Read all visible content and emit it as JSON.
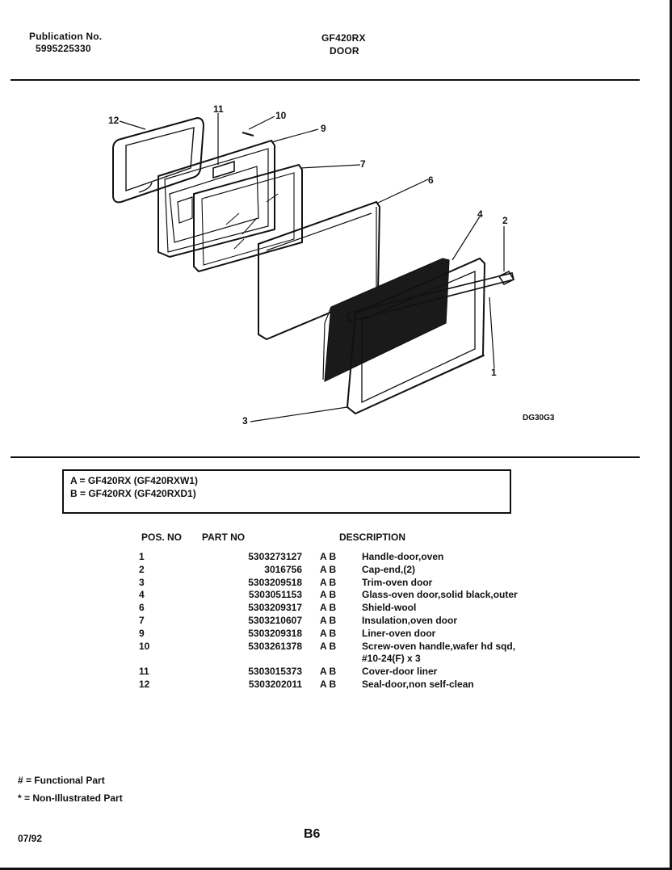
{
  "header": {
    "publication_label": "Publication No.",
    "publication_number": "5995225330",
    "model": "GF420RX",
    "section": "DOOR"
  },
  "diagram": {
    "callouts": [
      "1",
      "2",
      "3",
      "4",
      "6",
      "7",
      "9",
      "10",
      "11",
      "12"
    ],
    "drawing_code": "DG30G3"
  },
  "legend": [
    "A = GF420RX (GF420RXW1)",
    "B = GF420RX (GF420RXD1)"
  ],
  "table": {
    "headers": {
      "pos": "POS. NO",
      "part": "PART NO",
      "desc": "DESCRIPTION"
    },
    "rows": [
      {
        "pos": "1",
        "part": "5303273127",
        "codes": "A B",
        "desc": "Handle-door,oven"
      },
      {
        "pos": "2",
        "part": "3016756",
        "codes": "A B",
        "desc": "Cap-end,(2)"
      },
      {
        "pos": "3",
        "part": "5303209518",
        "codes": "A B",
        "desc": "Trim-oven door"
      },
      {
        "pos": "4",
        "part": "5303051153",
        "codes": "A B",
        "desc": "Glass-oven door,solid black,outer"
      },
      {
        "pos": "6",
        "part": "5303209317",
        "codes": "A B",
        "desc": "Shield-wool"
      },
      {
        "pos": "7",
        "part": "5303210607",
        "codes": "A B",
        "desc": "Insulation,oven door"
      },
      {
        "pos": "9",
        "part": "5303209318",
        "codes": "A B",
        "desc": "Liner-oven door"
      },
      {
        "pos": "10",
        "part": "5303261378",
        "codes": "A B",
        "desc": "Screw-oven handle,wafer hd sqd,"
      },
      {
        "pos": "",
        "part": "",
        "codes": "",
        "desc": "#10-24(F) x 3"
      },
      {
        "pos": "11",
        "part": "5303015373",
        "codes": "A B",
        "desc": "Cover-door liner"
      },
      {
        "pos": "12",
        "part": "5303202011",
        "codes": "A B",
        "desc": "Seal-door,non self-clean"
      }
    ]
  },
  "footnotes": {
    "functional": "# = Functional Part",
    "non_illustrated": "* = Non-Illustrated Part"
  },
  "footer": {
    "date": "07/92",
    "page": "B6"
  }
}
